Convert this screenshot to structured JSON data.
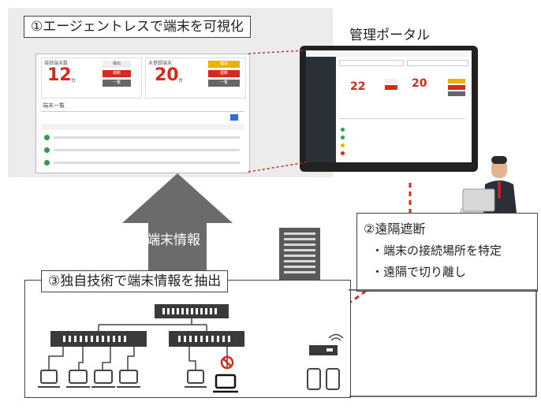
{
  "labels": {
    "visualize": "①エージェントレスで端末を可視化",
    "portal": "管理ポータル",
    "device_info": "端末情報",
    "extract": "③独自技術で端末情報を抽出",
    "remote_block_title": "②遠隔遮断",
    "remote_block_items": [
      "・端末の接続場所を特定",
      "・遠隔で切り離し"
    ]
  },
  "dashboard": {
    "left_value": "12",
    "left_unit": "台",
    "right_value": "20",
    "right_unit": "台",
    "list_title": "端末一覧"
  },
  "portal_screen": {
    "left_value": "22",
    "right_value": "20"
  },
  "colors": {
    "accent_red": "#d9281c",
    "accent_yellow": "#e8b400",
    "arrow_gray": "#6b6b6b",
    "switch_dark": "#3a3a3a",
    "panel_bg": "#eeeeee"
  }
}
